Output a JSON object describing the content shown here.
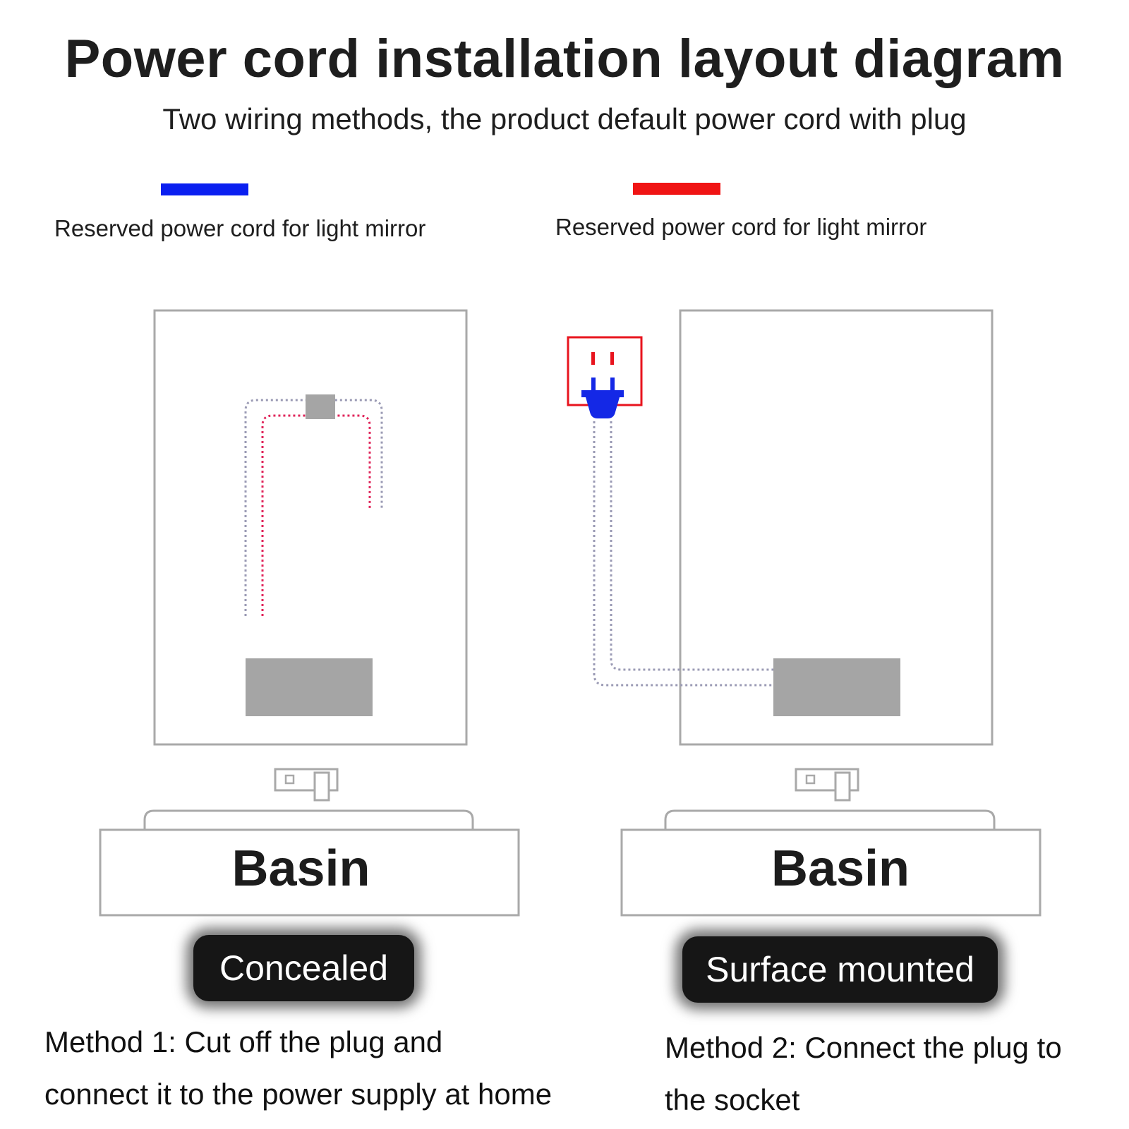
{
  "header": {
    "title": "Power cord installation layout diagram",
    "subtitle": "Two wiring methods, the product default power cord with plug"
  },
  "legend": [
    {
      "color": "#0a1ff0",
      "label": "Reserved power cord for light mirror"
    },
    {
      "color": "#f01414",
      "label": "Reserved power cord for light mirror"
    }
  ],
  "methods": [
    {
      "basin_label": "Basin",
      "badge": "Concealed",
      "description_line1": "Method 1: Cut off the plug and",
      "description_line2": "connect it to the power supply at home"
    },
    {
      "basin_label": "Basin",
      "badge": "Surface mounted",
      "description_line1": "Method 2: Connect the plug to",
      "description_line2": "the socket"
    }
  ],
  "colors": {
    "outline": "#a9a9a9",
    "box_fill": "#a5a5a5",
    "wire_grey": "#9a9ab4",
    "wire_red": "#e0245a",
    "socket_red": "#e8141e",
    "plug_blue": "#1428e6"
  }
}
